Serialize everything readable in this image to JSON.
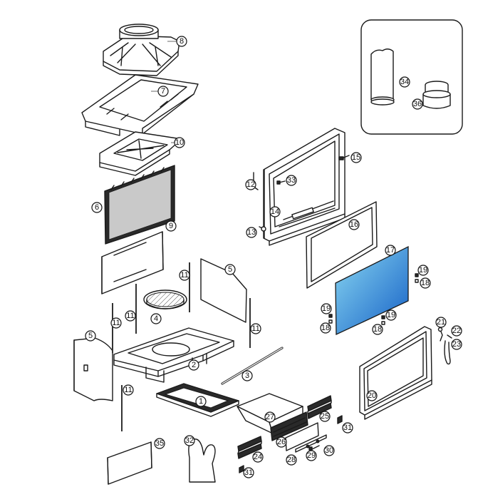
{
  "colors": {
    "line": "#1a1a1a",
    "glass_start": "#7fd3f0",
    "glass_end": "#1565c8",
    "gasket": "#b9b9b9"
  },
  "callouts": [
    "1",
    "2",
    "3",
    "4",
    "5",
    "6",
    "7",
    "8",
    "9",
    "10",
    "11",
    "12",
    "13",
    "14",
    "15",
    "16",
    "17",
    "18",
    "19",
    "20",
    "21",
    "22",
    "23",
    "24",
    "25",
    "26",
    "27",
    "28",
    "29",
    "30",
    "31",
    "32",
    "33",
    "34",
    "35",
    "36"
  ]
}
